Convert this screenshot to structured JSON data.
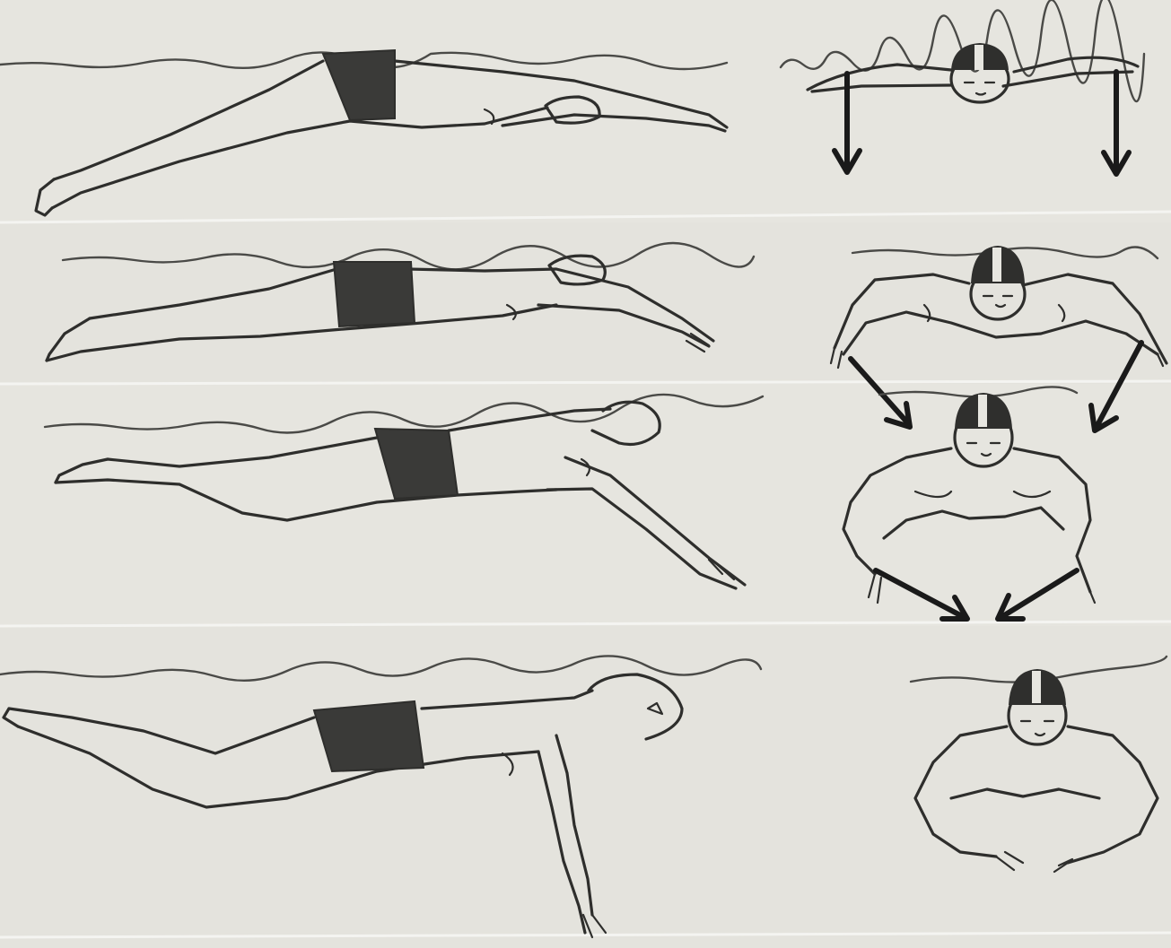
{
  "figure": {
    "subject": "butterfly-stroke-arm-pull-sequence",
    "rows": [
      {
        "id": "phase-1",
        "side_view": "arms-extended-forward",
        "front_view": "hands-entry"
      },
      {
        "id": "phase-2",
        "side_view": "arms-begin-catch",
        "front_view": "outward-sweep"
      },
      {
        "id": "phase-3",
        "side_view": "arms-pull-down",
        "front_view": "insweep"
      },
      {
        "id": "phase-4",
        "side_view": "arms-under-body",
        "front_view": "hands-together-under-chest"
      }
    ],
    "arrow_color": "#1a1a1a",
    "ink_color": "#2e2e2c",
    "paper_color": "#e7e6e0"
  }
}
